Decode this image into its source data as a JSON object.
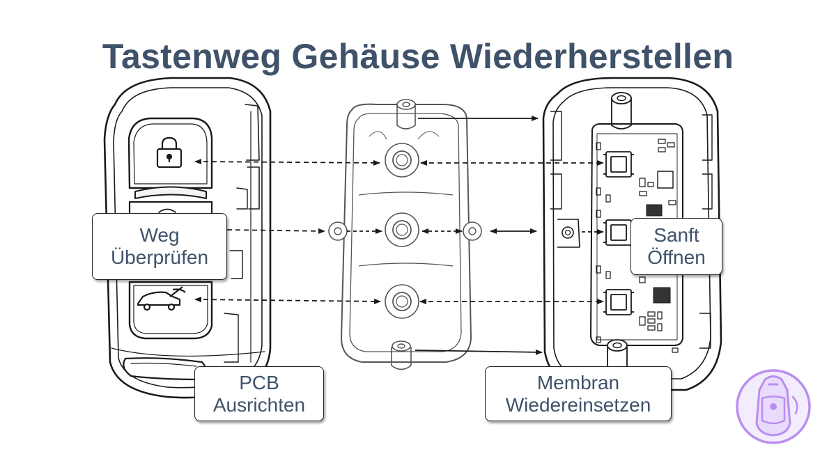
{
  "title": "Tastenweg Gehäuse Wiederherstellen",
  "callouts": {
    "check_travel": [
      "Weg",
      "Überprüfen"
    ],
    "align_pcb": [
      "PCB",
      "Ausrichten"
    ],
    "open_gently": [
      "Sanft",
      "Öffnen"
    ],
    "reinsert_membrane": [
      "Membran",
      "Wiedereinsetzen"
    ]
  },
  "icons": {
    "key_fob_front": "car-key-fob-icon",
    "lock": "lock-icon",
    "trunk": "car-trunk-icon",
    "membrane": "rubber-membrane-icon",
    "pcb": "circuit-board-icon",
    "badge": "key-fob-badge-icon"
  },
  "colors": {
    "title": "#3f5269",
    "line": "#1a1a1a",
    "badge": "#b98ef0",
    "badge_fill": "#e9dbfb"
  }
}
